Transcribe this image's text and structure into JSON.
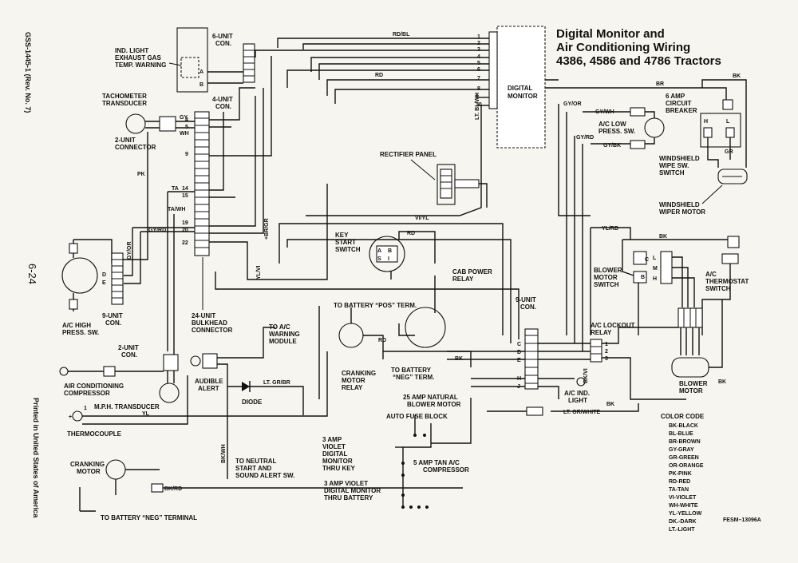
{
  "title": {
    "line1": "Digital Monitor and",
    "line2": "Air Conditioning Wiring",
    "line3": "4386, 4586 and 4786 Tractors"
  },
  "side_text": {
    "doc_id": "GSS-1445-1 (Rev. No. 7)",
    "page_num": "6-24",
    "printed": "Printed in United States of America"
  },
  "figure_id": "FESM–13096A",
  "components": {
    "ind_light": [
      "IND. LIGHT",
      "EXHAUST GAS",
      "TEMP. WARNING"
    ],
    "six_unit": [
      "6-UNIT",
      "CON."
    ],
    "four_unit": [
      "4-UNIT",
      "CON."
    ],
    "tach": [
      "TACHOMETER",
      "TRANSDUCER"
    ],
    "two_unit_a": [
      "2-UNIT",
      "CONNECTOR"
    ],
    "digital_monitor": [
      "DIGITAL",
      "MONITOR"
    ],
    "rectifier": "RECTIFIER PANEL",
    "key_switch": [
      "KEY",
      "START",
      "SWITCH"
    ],
    "cab_relay": [
      "CAB POWER",
      "RELAY"
    ],
    "nine_unit_a": [
      "9-UNIT",
      "CON."
    ],
    "ac_high": [
      "A/C HIGH",
      "PRESS. SW."
    ],
    "bulkhead": [
      "24-UNIT",
      "BULKHEAD",
      "CONNECTOR"
    ],
    "two_unit_b": [
      "2-UNIT",
      "CON."
    ],
    "ac_comp": [
      "AIR CONDITIONING",
      "COMPRESSOR"
    ],
    "mph": "M.P.H. TRANSDUCER",
    "audible": [
      "AUDIBLE",
      "ALERT"
    ],
    "diode": "DIODE",
    "ac_warning": [
      "TO A/C",
      "WARNING",
      "MODULE"
    ],
    "to_battery_pos": "TO BATTERY “POS” TERM.",
    "cranking_relay": [
      "CRANKING",
      "MOTOR",
      "RELAY"
    ],
    "to_battery_neg_a": [
      "TO BATTERY",
      "“NEG” TERM."
    ],
    "thermocouple": "THERMOCOUPLE",
    "cranking_motor": [
      "CRANKING",
      "MOTOR"
    ],
    "to_neutral": [
      "TO NEUTRAL",
      "START AND",
      "SOUND ALERT SW."
    ],
    "to_battery_neg_b": "TO BATTERY “NEG” TERMINAL",
    "natural_blower": [
      "25 AMP NATURAL",
      "BLOWER MOTOR"
    ],
    "auto_fuse": "AUTO FUSE BLOCK",
    "fuse_3a_violet": [
      "3 AMP",
      "VIOLET",
      "DIGITAL",
      "MONITOR",
      "THRU KEY"
    ],
    "fuse_5a_tan": [
      "5 AMP TAN A/C",
      "COMPRESSOR"
    ],
    "fuse_3a_battery": [
      "3 AMP VIOLET",
      "DIGITAL MONITOR",
      "THRU BATTERY"
    ],
    "nine_unit_b": [
      "9-UNIT",
      "CON."
    ],
    "ac_lockout": [
      "A/C LOCKOUT",
      "RELAY"
    ],
    "ac_ind": [
      "A/C IND.",
      "LIGHT"
    ],
    "blower_switch": [
      "BLOWER",
      "MOTOR",
      "SWITCH"
    ],
    "blower_motor": [
      "BLOWER",
      "MOTOR"
    ],
    "ac_thermo": [
      "A/C",
      "THERMOSTAT",
      "SWITCH"
    ],
    "ac_low": [
      "A/C LOW",
      "PRESS. SW."
    ],
    "breaker": [
      "6 AMP",
      "CIRCUIT",
      "BREAKER"
    ],
    "wipe_sw": [
      "WINDSHIELD",
      "WIPE SW.",
      "SWITCH"
    ],
    "wiper_motor": [
      "WINDSHIELD",
      "WIPER MOTOR"
    ]
  },
  "wires": {
    "rd_bl": "RD/BL",
    "rd": "RD",
    "rd2": "RD",
    "rd3": "RD",
    "gy_or": "GY/OR",
    "gy_wh": "GY/WH",
    "gy_rd": "GY/RD",
    "gy_bk": "GY/BK",
    "br": "BR",
    "bk": "BK",
    "bk2": "BK",
    "bk3": "BK",
    "bk4": "BK",
    "yl_rd": "YL/RD",
    "vi_yl": "VI/YL",
    "lt_bl_wh": "LT. BL/WH",
    "pk": "PK",
    "ta": "TA",
    "ta_wh": "TA/WH",
    "gy_or_b": "GY/OR",
    "gy_rd_b": "GY/RD",
    "br_gr": "+BR/GR",
    "yl_vi": "YL/VI",
    "yl": "YL",
    "bk_rd": "BK/RD",
    "bk_wh": "BK/WH",
    "bk_vi": "BK/VI",
    "lt_gr_br": "LT. GR/BR",
    "lt_gr_white": "LT. GR/WHITE",
    "gy": "GY",
    "wh": "WH",
    "h": "H",
    "l": "L",
    "gr": "GR"
  },
  "pins": {
    "monitor": [
      "1",
      "2",
      "3",
      "4",
      "5",
      "6",
      "7",
      "8",
      "9",
      "10",
      "11"
    ],
    "bulkhead": [
      "4",
      "5",
      "9",
      "14",
      "15",
      "19",
      "20",
      "22"
    ],
    "nine_unit": [
      "C",
      "D",
      "E",
      "H",
      "J"
    ],
    "relay": [
      "1",
      "2",
      "3"
    ],
    "blower_sw": [
      "L",
      "M",
      "H"
    ],
    "ac_high": [
      "D",
      "E"
    ],
    "ab": [
      "A",
      "B"
    ],
    "bc": [
      "B",
      "C"
    ],
    "key": [
      "A",
      "B",
      "S",
      "I"
    ],
    "thermo_plus": "+",
    "thermo_one": "1"
  },
  "color_code": {
    "heading": "COLOR CODE",
    "entries": [
      "BK-BLACK",
      "BL-BLUE",
      "BR-BROWN",
      "GY-GRAY",
      "GR-GREEN",
      "OR-ORANGE",
      "PK-PINK",
      "RD-RED",
      "TA-TAN",
      "VI-VIOLET",
      "WH-WHITE",
      "YL-YELLOW",
      "DK.-DARK",
      "LT.-LIGHT"
    ]
  }
}
